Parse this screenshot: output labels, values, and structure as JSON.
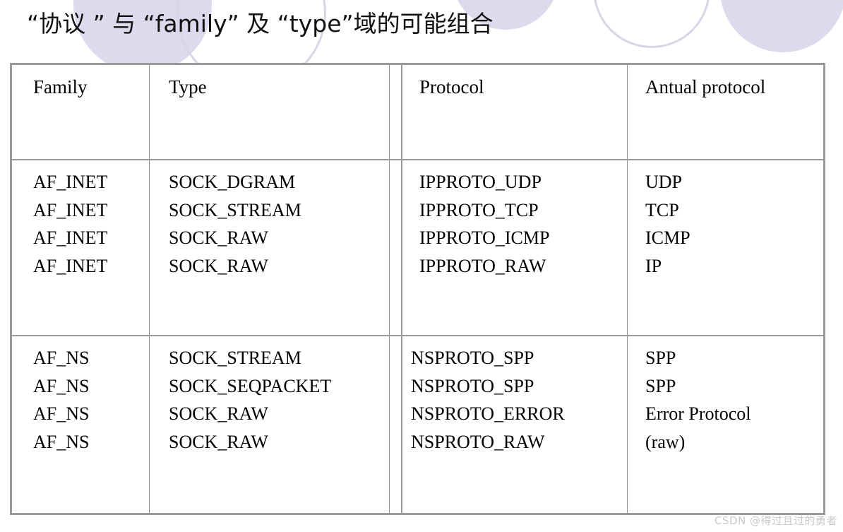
{
  "slide": {
    "title_part1": "“协议 ”",
    "title_part2": " 与 ",
    "title_part3": "“family”",
    "title_part4": " 及 ",
    "title_part5": "“type”",
    "title_part6": "域的可能组合",
    "title_full": "“协议 ” 与 “family” 及 “type”域的可能组合"
  },
  "colors": {
    "decor_fill": "#dcdaec",
    "decor_outline": "#d7d5e8",
    "table_border": "#9a9a9a",
    "table_inner_rule": "#8d8d8d",
    "text": "#000000",
    "watermark": "#c9c9c9"
  },
  "table": {
    "headers": {
      "family": "Family",
      "type": "Type",
      "protocol": "Protocol",
      "actual": "Antual protocol"
    },
    "sections": [
      {
        "id": "af-inet",
        "family": [
          "AF_INET",
          "AF_INET",
          "AF_INET",
          "AF_INET"
        ],
        "type": [
          "SOCK_DGRAM",
          "SOCK_STREAM",
          "SOCK_RAW",
          "SOCK_RAW"
        ],
        "protocol": [
          "IPPROTO_UDP",
          "IPPROTO_TCP",
          "IPPROTO_ICMP",
          "IPPROTO_RAW"
        ],
        "actual": [
          "UDP",
          "TCP",
          "ICMP",
          "IP"
        ]
      },
      {
        "id": "af-ns",
        "family": [
          "AF_NS",
          "AF_NS",
          "AF_NS",
          "AF_NS"
        ],
        "type": [
          "SOCK_STREAM",
          "SOCK_SEQPACKET",
          "SOCK_RAW",
          "SOCK_RAW"
        ],
        "protocol": [
          "NSPROTO_SPP",
          "NSPROTO_SPP",
          "NSPROTO_ERROR",
          "NSPROTO_RAW"
        ],
        "actual": [
          "SPP",
          "SPP",
          "Error Protocol",
          "(raw)"
        ]
      }
    ]
  },
  "watermark": {
    "text": "CSDN @得过且过的勇者"
  }
}
